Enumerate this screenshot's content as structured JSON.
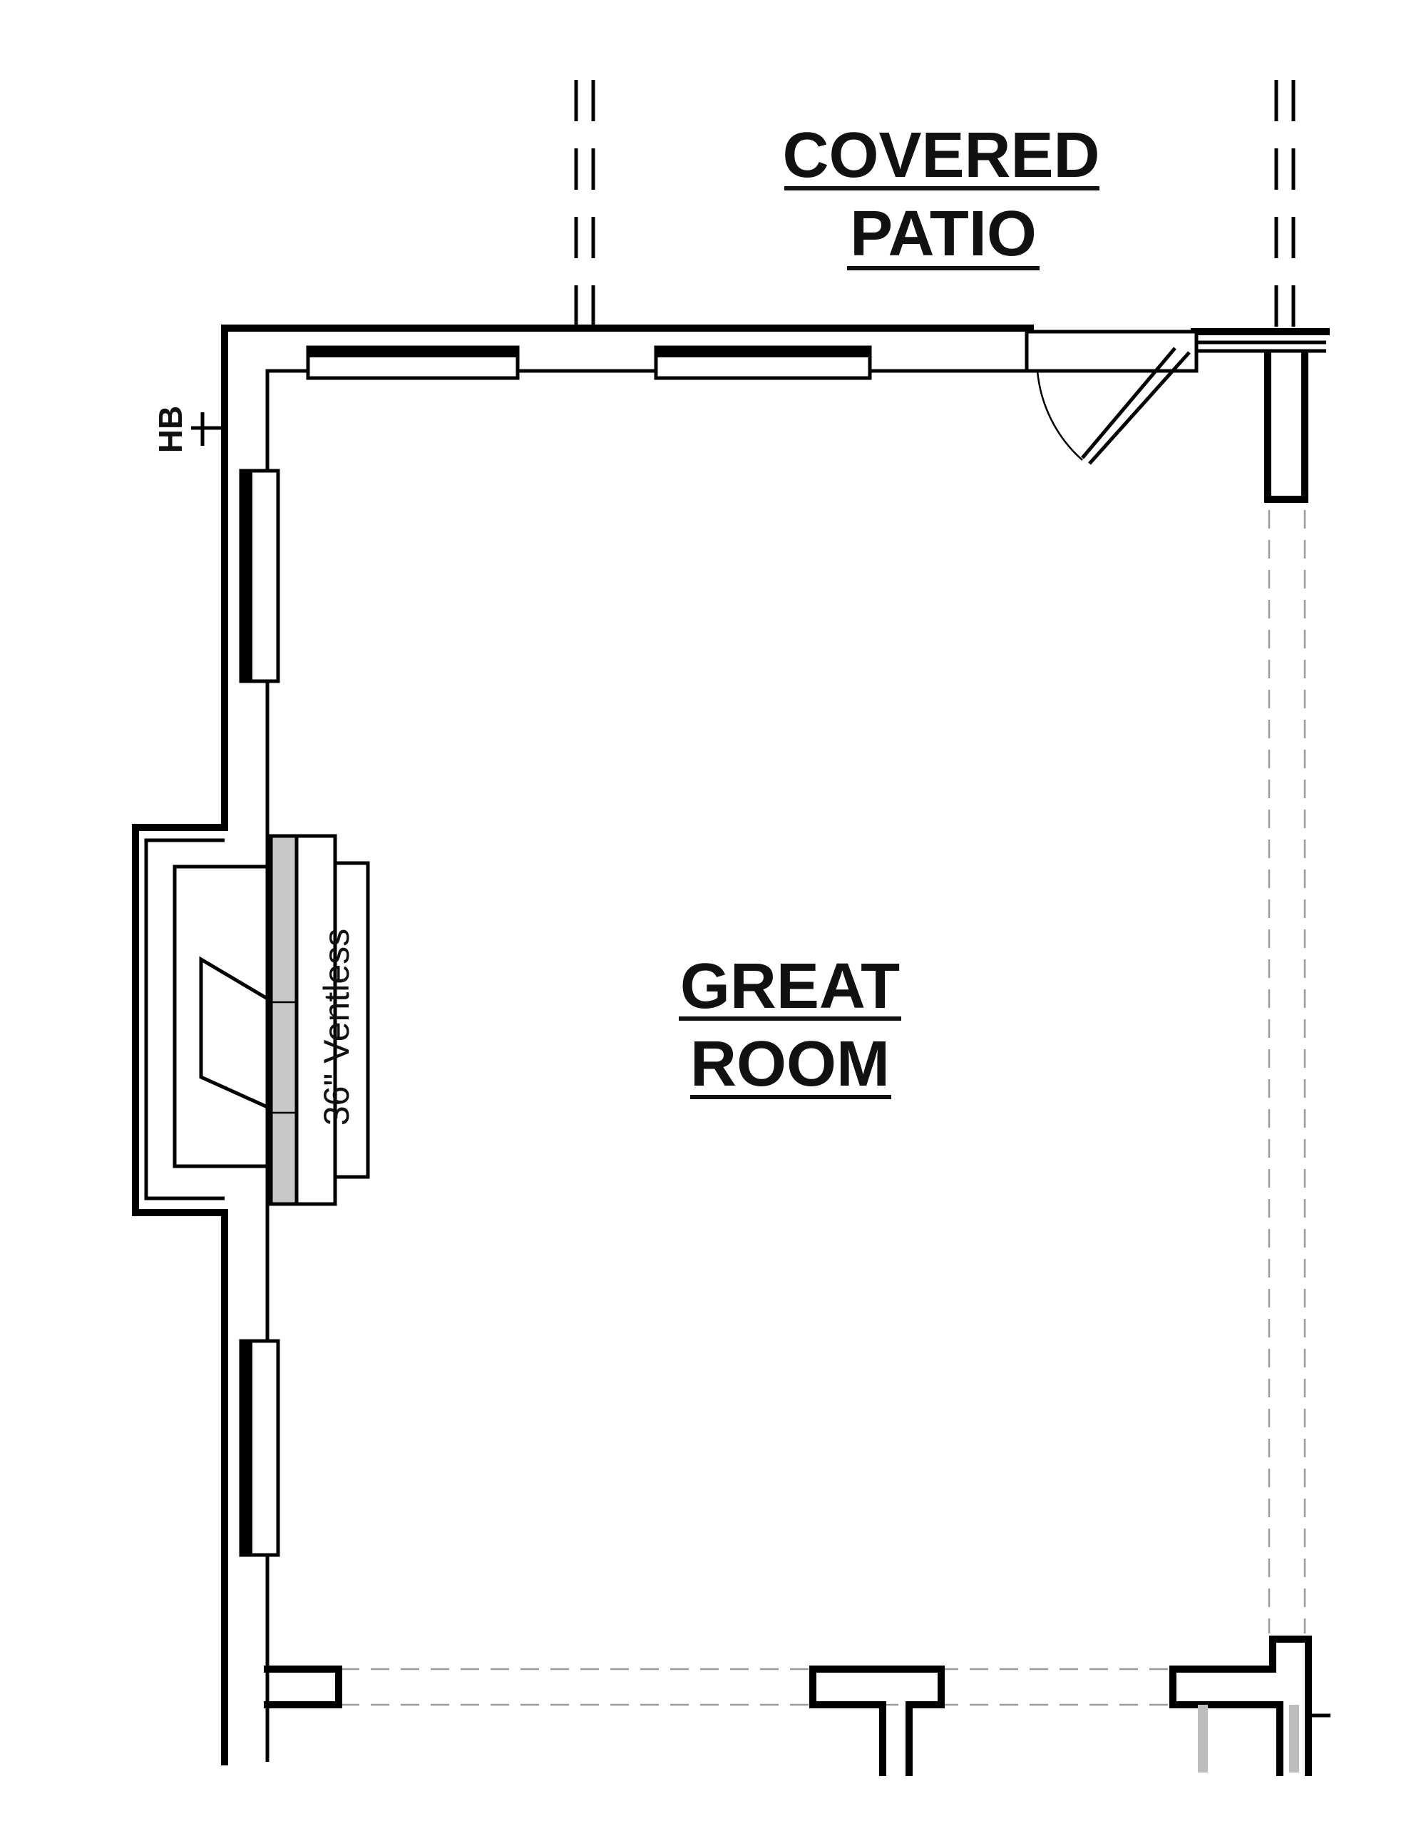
{
  "rooms": {
    "patio": {
      "line1": "COVERED",
      "line2": "PATIO"
    },
    "great_room": {
      "line1": "GREAT",
      "line2": "ROOM"
    }
  },
  "fixtures": {
    "hose_bib": "HB",
    "fireplace": "36\" Ventless"
  },
  "colors": {
    "wall": "#000000",
    "hidden_line": "#9a9a9a",
    "hearth_fill": "#c8c8c8",
    "background": "#ffffff"
  }
}
